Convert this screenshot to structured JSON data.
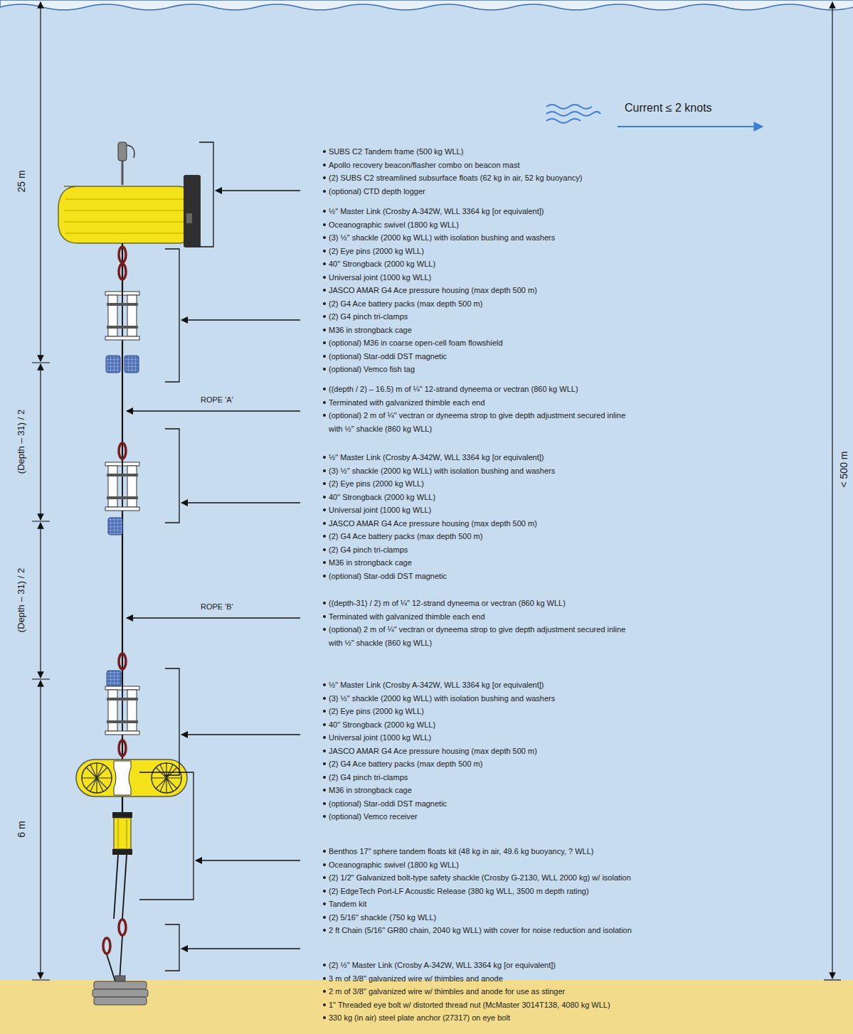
{
  "diagram": {
    "labels": [
      "Current ≤ 2 knots",
      "25 m",
      "(Depth – 31) / 2",
      "(Depth – 31) / 2",
      "6 m",
      "< 500 m",
      "ROPE 'A'",
      "ROPE 'B'",
      "SUBS C2 Tandem frame (500 kg WLL)",
      "Apollo recovery beacon/flasher combo on beacon mast",
      "(2) SUBS C2 streamlined subsurface floats (62 kg in air, 52 kg buoyancy)",
      "(optional) CTD depth logger",
      "½\" Master Link (Crosby A-342W, WLL 3364 kg [or equivalent])",
      "Oceanographic swivel (1800 kg WLL)",
      "(3) ½\" shackle (2000 kg WLL) with isolation bushing and washers",
      "(2) Eye pins (2000 kg WLL)",
      "40\" Strongback (2000 kg WLL)",
      "Universal joint (1000 kg WLL)",
      "JASCO AMAR G4 Ace pressure housing (max depth 500 m)",
      "(2) G4 Ace battery packs (max depth 500 m)",
      "(2) G4 pinch tri-clamps",
      "M36 in strongback cage",
      "(optional) M36 in coarse open-cell foam flowshield",
      "(optional) Star-oddi DST magnetic",
      "(optional) Vemco fish tag",
      "((depth / 2) – 16.5) m of ¼\" 12-strand dyneema or vectran (860 kg WLL)",
      "Terminated with galvanized thimble each end",
      "(optional) 2 m of ¼\" vectran or dyneema strop to give depth adjustment secured inline with ½\" shackle (860 kg WLL)",
      "½\" Master Link (Crosby A-342W, WLL 3364 kg [or equivalent])",
      "(3) ½\" shackle (2000 kg WLL) with isolation bushing and washers",
      "(2) Eye pins (2000 kg WLL)",
      "40\" Strongback (2000 kg WLL)",
      "Universal joint (1000 kg WLL)",
      "JASCO AMAR G4 Ace pressure housing (max depth 500 m)",
      "(2) G4 Ace battery packs (max depth 500 m)",
      "(2) G4 pinch tri-clamps",
      "M36 in strongback cage",
      "(optional) Star-oddi DST magnetic",
      "((depth-31) / 2) m of ¼\" 12-strand dyneema or vectran (860 kg WLL)",
      "Terminated with galvanized thimble each end",
      "(optional) 2 m of ¼\" vectran or dyneema strop to give depth adjustment secured inline with ½\" shackle (860 kg WLL)",
      "½\" Master Link (Crosby A-342W, WLL 3364 kg [or equivalent])",
      "(3) ½\" shackle (2000 kg WLL) with isolation bushing and washers",
      "(2) Eye pins (2000 kg WLL)",
      "40\" Strongback (2000 kg WLL)",
      "Universal joint (1000 kg WLL)",
      "JASCO AMAR G4 Ace pressure housing (max depth 500 m)",
      "(2) G4 Ace battery packs (max depth 500 m)",
      "(2) G4 pinch tri-clamps",
      "M36 in strongback cage",
      "(optional) Star-oddi DST magnetic",
      "(optional) Vemco receiver",
      "Benthos 17\" sphere tandem floats kit (48 kg in air, 49.6 kg buoyancy, ? WLL)",
      "Oceanographic swivel (1800 kg WLL)",
      "(2) 1/2\" Galvanized bolt-type safety shackle (Crosby G-2130, WLL 2000 kg) w/ isolation",
      "(2) EdgeTech Port-LF Acoustic Release (380 kg WLL, 3500 m depth rating)",
      "Tandem kit",
      "(2) 5/16\" shackle (750 kg WLL)",
      "2 ft Chain (5/16\" GR80 chain, 2040 kg WLL) with cover for noise reduction and isolation",
      "(2) ½\" Master Link (Crosby A-342W, WLL 3364 kg [or equivalent])",
      "3 m of 3/8\" galvanized wire w/ thimbles and anode",
      "2 m of 3/8\" galvanized wire w/ thimbles and anode for use as stinger",
      "1\" Threaded eye bolt w/ distorted thread nut (McMaster 3014T138, 4080 kg WLL)",
      "330 kg (in air) steel plate anchor (27317) on eye bolt"
    ]
  }
}
